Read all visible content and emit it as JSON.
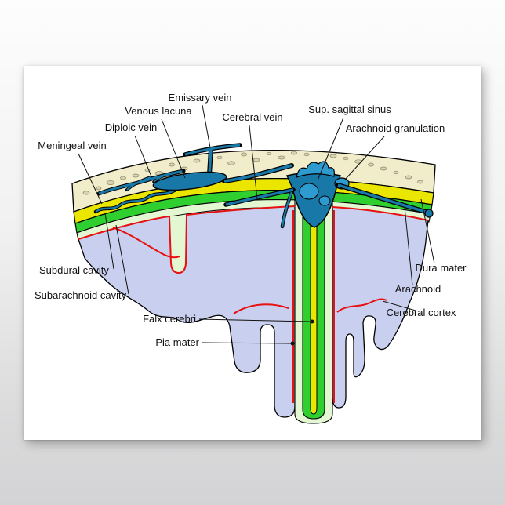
{
  "diagram": {
    "labels": {
      "emissary_vein": "Emissary vein",
      "venous_lacuna": "Venous lacuna",
      "diploic_vein": "Diploic vein",
      "meningeal_vein": "Meningeal vein",
      "cerebral_vein": "Cerebral vein",
      "sup_sagittal_sinus": "Sup. sagittal sinus",
      "arachnoid_granulation": "Arachnoid granulation",
      "subdural_cavity": "Subdural cavity",
      "subarachnoid_cavity": "Subarachnoid cavity",
      "falx_cerebri": "Falx cerebri",
      "pia_mater": "Pia mater",
      "dura_mater": "Dura mater",
      "arachnoid": "Arachnoid",
      "cerebral_cortex": "Cerebral cortex"
    },
    "colors": {
      "skull_bone": "#f1ecca",
      "speckle": "#d9d3b4",
      "dura_yellow": "#eae600",
      "arachnoid_green": "#2fcf2f",
      "subarachnoid_pale": "#e2f7d2",
      "cortex_lavender": "#c9cfee",
      "vein_blue": "#1878a8",
      "granulation_blue": "#2e9bd0",
      "pia_red": "#e81010"
    }
  }
}
